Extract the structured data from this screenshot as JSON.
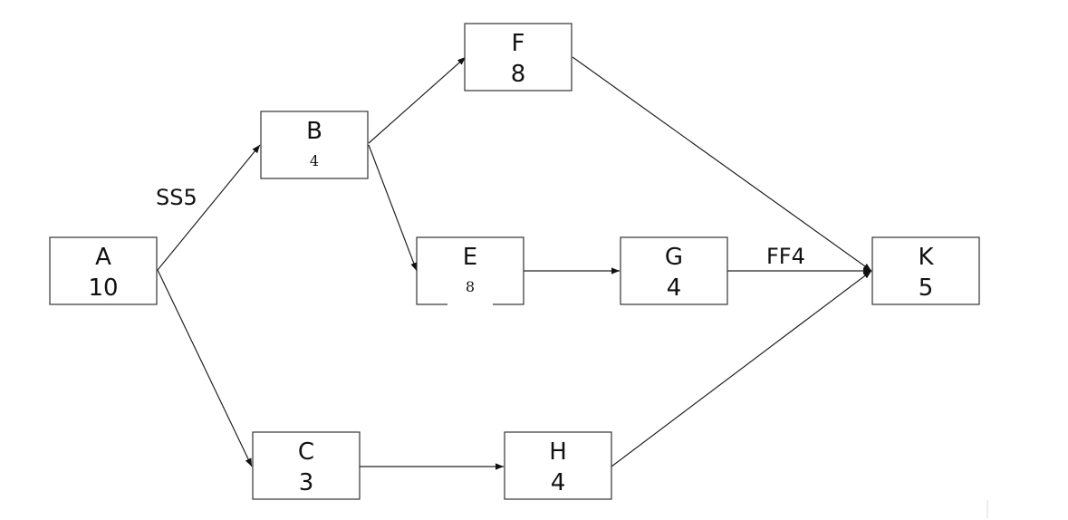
{
  "diagram": {
    "nodes": [
      {
        "id": "A",
        "label": "A",
        "duration": "10",
        "small": false
      },
      {
        "id": "B",
        "label": "B",
        "duration": "4",
        "small": true
      },
      {
        "id": "C",
        "label": "C",
        "duration": "3",
        "small": false
      },
      {
        "id": "E",
        "label": "E",
        "duration": "8",
        "small": true
      },
      {
        "id": "F",
        "label": "F",
        "duration": "8",
        "small": false
      },
      {
        "id": "G",
        "label": "G",
        "duration": "4",
        "small": false
      },
      {
        "id": "H",
        "label": "H",
        "duration": "4",
        "small": false
      },
      {
        "id": "K",
        "label": "K",
        "duration": "5",
        "small": false
      }
    ],
    "edges": [
      {
        "from": "A",
        "to": "B",
        "label": "SS5"
      },
      {
        "from": "A",
        "to": "C",
        "label": ""
      },
      {
        "from": "B",
        "to": "F",
        "label": ""
      },
      {
        "from": "B",
        "to": "E",
        "label": ""
      },
      {
        "from": "E",
        "to": "G",
        "label": ""
      },
      {
        "from": "F",
        "to": "K",
        "label": ""
      },
      {
        "from": "G",
        "to": "K",
        "label": "FF4"
      },
      {
        "from": "C",
        "to": "H",
        "label": ""
      },
      {
        "from": "H",
        "to": "K",
        "label": ""
      }
    ]
  }
}
